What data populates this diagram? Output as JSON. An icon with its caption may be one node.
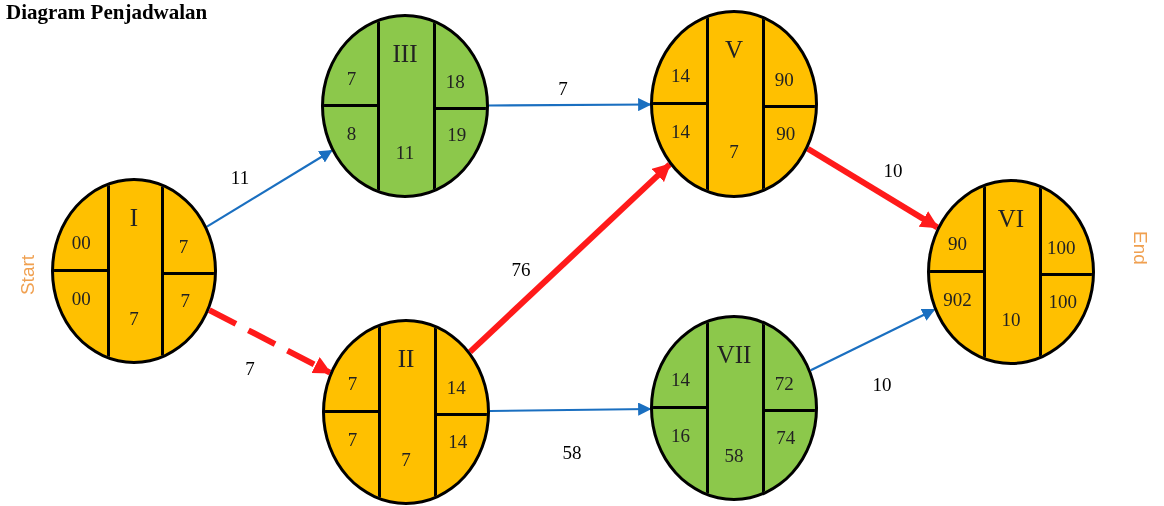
{
  "diagram": {
    "title": "Diagram Penjadwalan",
    "nodes": [
      {
        "text": [
          "I",
          "00",
          "7",
          "00",
          "7",
          "7"
        ],
        "beside": [
          "Start"
        ]
      },
      {
        "text": [
          "III",
          "7",
          "18",
          "8",
          "11",
          "19"
        ]
      },
      {
        "text": [
          "II",
          "7",
          "14",
          "7",
          "7",
          "14"
        ]
      },
      {
        "text": [
          "V",
          "14",
          "90",
          "14",
          "7",
          "90"
        ]
      },
      {
        "text": [
          "VII",
          "14",
          "72",
          "16",
          "58",
          "74"
        ]
      },
      {
        "text": [
          "VI",
          "90",
          "100",
          "902",
          "10",
          "100"
        ],
        "beside": [
          "End"
        ]
      }
    ],
    "edges": [
      {
        "from": 0,
        "to": 1,
        "arrow": "to",
        "label": "11"
      },
      {
        "from": 0,
        "to": 2,
        "arrow": "to",
        "label": "7",
        "style": "dashed",
        "color": "#ff1a1a"
      },
      {
        "from": 1,
        "to": 3,
        "arrow": "to",
        "label": "7"
      },
      {
        "from": 2,
        "to": 3,
        "arrow": "to",
        "label": "76",
        "style": "thick",
        "color": "#ff1a1a"
      },
      {
        "from": 2,
        "to": 4,
        "arrow": "to",
        "label": "58"
      },
      {
        "from": 3,
        "to": 5,
        "arrow": "to",
        "label": "10",
        "style": "thick",
        "color": "#ff1a1a"
      },
      {
        "from": 4,
        "to": 5,
        "arrow": "to",
        "label": "10"
      }
    ]
  }
}
